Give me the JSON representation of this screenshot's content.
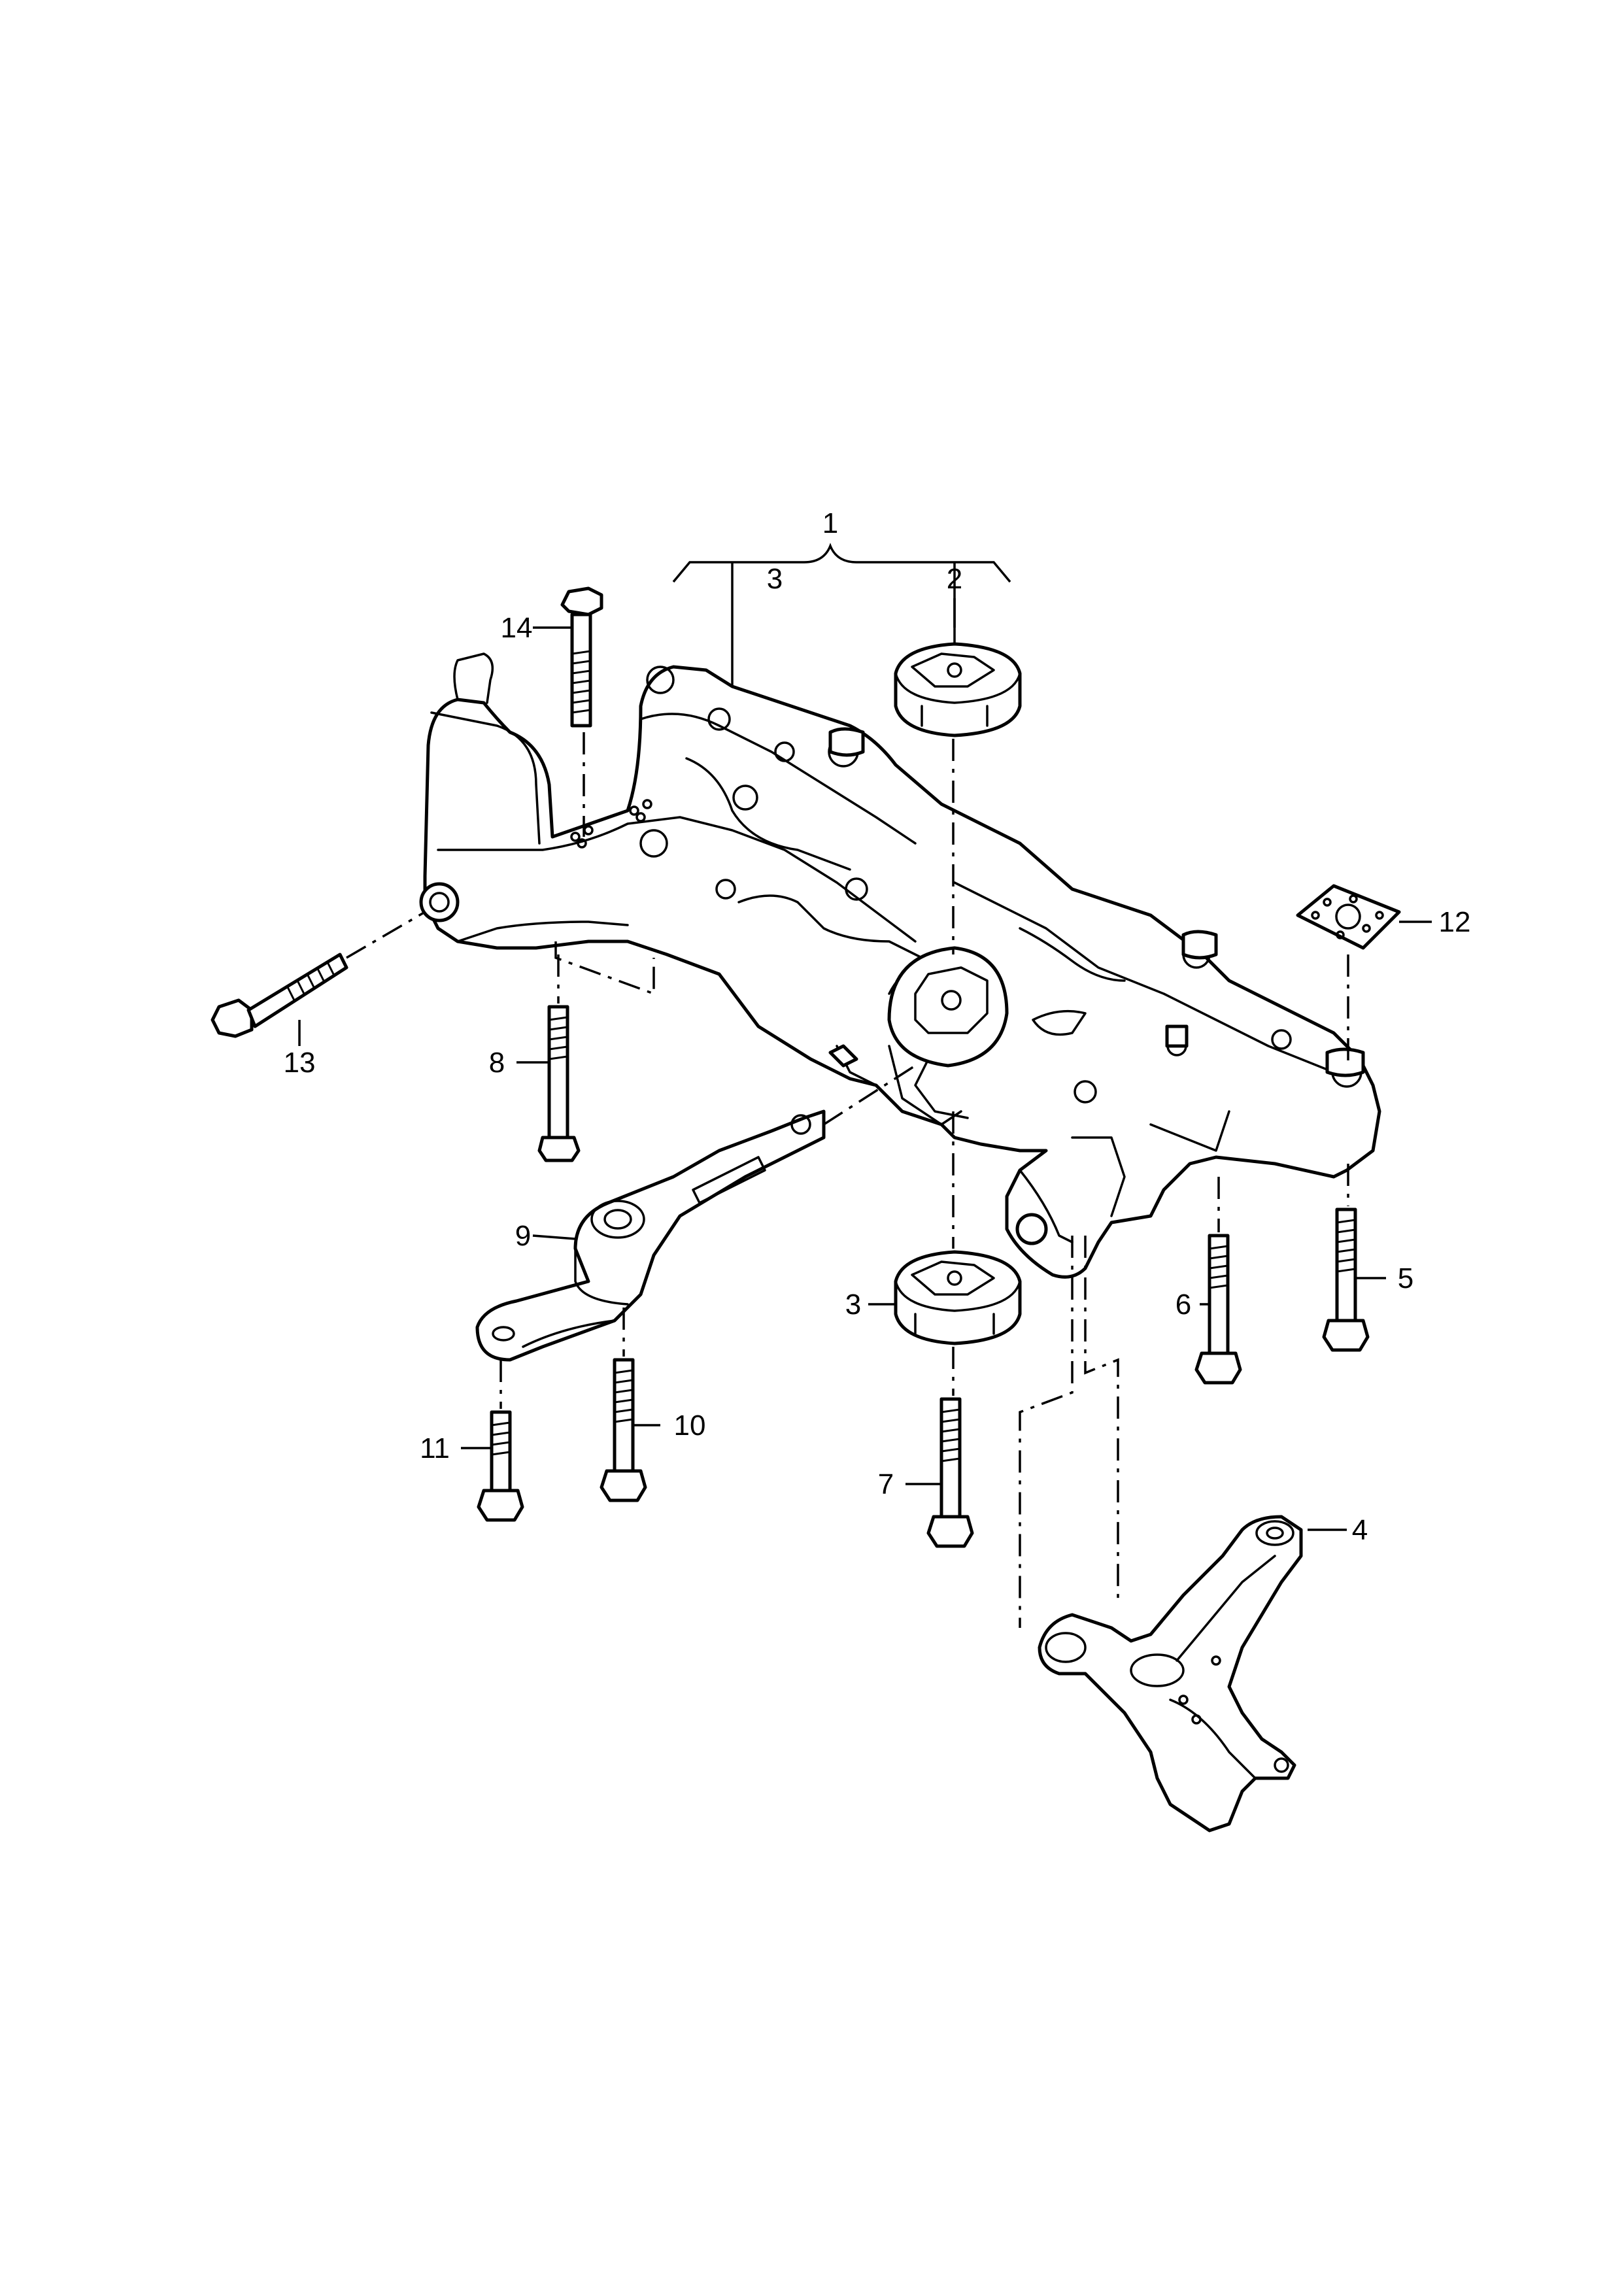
{
  "callouts": {
    "c1": "1",
    "c2": "2",
    "c3_top": "3",
    "c3_bottom": "3",
    "c4": "4",
    "c5": "5",
    "c6": "6",
    "c7": "7",
    "c8": "8",
    "c9": "9",
    "c10": "10",
    "c11": "11",
    "c12": "12",
    "c13": "13",
    "c14": "14"
  }
}
